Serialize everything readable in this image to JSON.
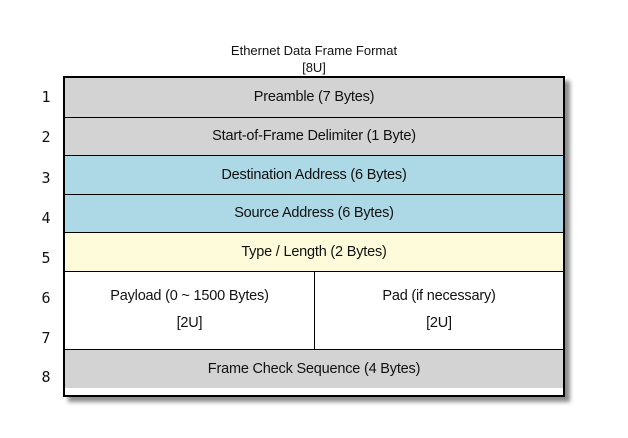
{
  "title": {
    "line1": "Ethernet Data Frame Format",
    "line2": "[8U]"
  },
  "numbers": [
    "1",
    "2",
    "3",
    "4",
    "5",
    "6",
    "7",
    "8"
  ],
  "rows": [
    {
      "label": "Preamble (7 Bytes)",
      "color_key": "gray"
    },
    {
      "label": "Start-of-Frame Delimiter (1 Byte)",
      "color_key": "gray"
    },
    {
      "label": "Destination Address (6 Bytes)",
      "color_key": "blue"
    },
    {
      "label": "Source Address (6 Bytes)",
      "color_key": "blue"
    },
    {
      "label": "Type / Length (2 Bytes)",
      "color_key": "yellow"
    }
  ],
  "payload_row": {
    "left": {
      "line1": "Payload (0 ~ 1500 Bytes)",
      "line2": "[2U]"
    },
    "right": {
      "line1": "Pad (if necessary)",
      "line2": "[2U]"
    },
    "color_key": "white"
  },
  "last_row": {
    "label": "Frame Check Sequence (4 Bytes)",
    "color_key": "gray"
  },
  "colors": {
    "gray": "#d3d3d3",
    "blue": "#add8e6",
    "yellow": "#fdfbda",
    "white": "#ffffff",
    "border": "#000000",
    "text": "#111111"
  }
}
